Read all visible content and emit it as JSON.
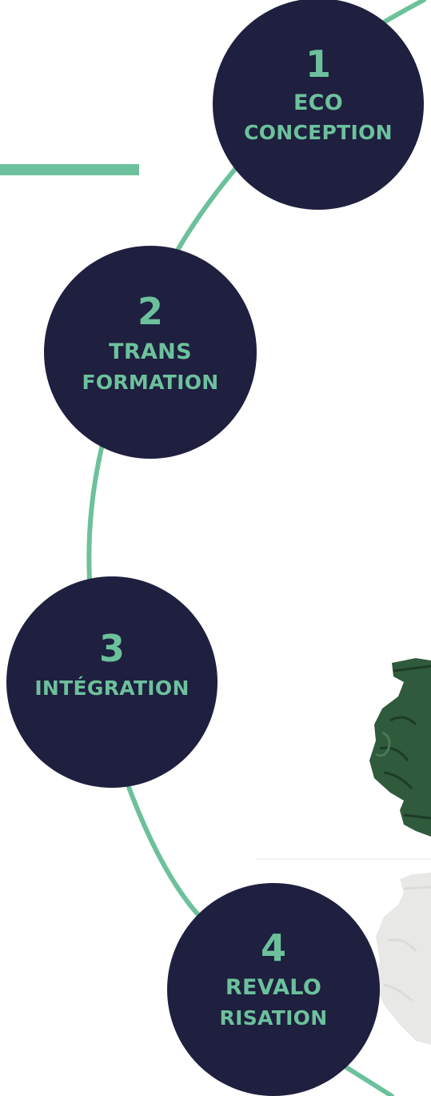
{
  "colors": {
    "accent": "#6cc19c",
    "circle_fill": "#1f1f3f",
    "background": "#ffffff",
    "statue": "#2f5a3c"
  },
  "decorations": {
    "statue_icon": "lion-pedestal-statue",
    "reflection_icon": "lion-pedestal-reflection"
  },
  "steps": [
    {
      "number": "1",
      "lines": [
        "ECO",
        "CONCEPTION"
      ]
    },
    {
      "number": "2",
      "lines": [
        "TRANS",
        "FORMATION"
      ]
    },
    {
      "number": "3",
      "lines": [
        "INTÉGRATION"
      ]
    },
    {
      "number": "4",
      "lines": [
        "REVALO",
        "RISATION"
      ]
    }
  ]
}
